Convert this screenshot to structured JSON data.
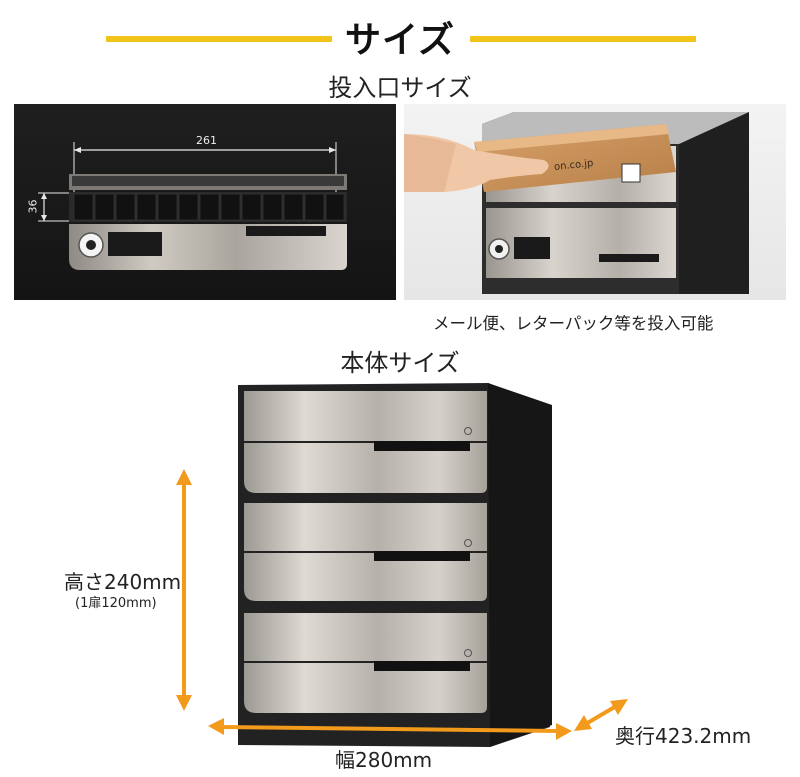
{
  "header": {
    "title": "サイズ",
    "accent_color": "#f2c318"
  },
  "slot_section": {
    "title": "投入口サイズ",
    "width_value": "261",
    "height_value": "36",
    "caption": "メール便、レターパック等を投入可能",
    "parcel_label": "on.co.jp"
  },
  "body_section": {
    "title": "本体サイズ",
    "height_label": "高さ240mm",
    "height_sub": "(1扉120mm)",
    "width_label": "幅280mm",
    "depth_label": "奥行423.2mm",
    "arrow_color": "#f29a1b"
  }
}
